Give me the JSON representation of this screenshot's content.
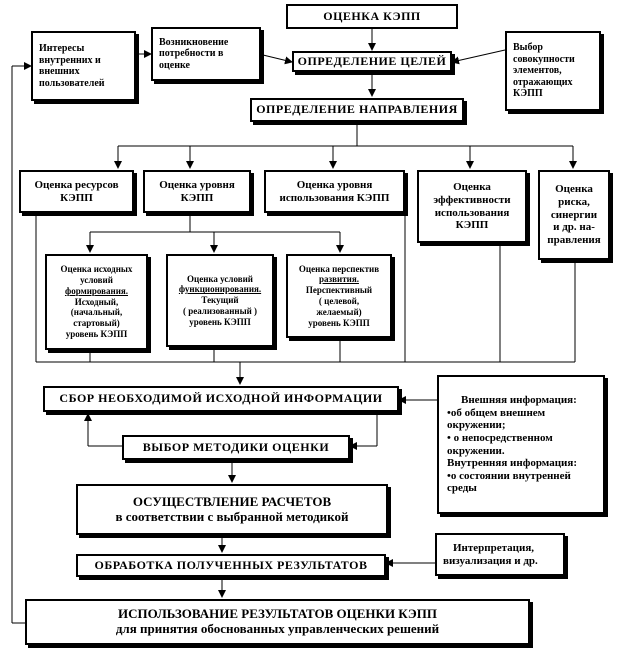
{
  "top": "ОЦЕНКА КЭПП",
  "goals": "ОПРЕДЕЛЕНИЕ ЦЕЛЕЙ",
  "interests": [
    "Интересы",
    "внутренних и",
    "внешних",
    "пользователей"
  ],
  "need": [
    "Возникновение",
    "потребности в",
    "оценке"
  ],
  "selection": [
    "Выбор",
    "совокупности",
    "элементов,",
    "отражающих",
    "КЭПП"
  ],
  "direction": "ОПРЕДЕЛЕНИЕ НАПРАВЛЕНИЯ",
  "eval_resources": [
    "Оценка ресурсов",
    "КЭПП"
  ],
  "eval_level": [
    "Оценка уровня",
    "КЭПП"
  ],
  "eval_usage": [
    "Оценка уровня",
    "использования КЭПП"
  ],
  "eval_efficiency": [
    "Оценка",
    "эффективности",
    "использования",
    "КЭПП"
  ],
  "eval_risk": [
    "Оценка",
    "риска,",
    "синергии",
    "и др. на-",
    "правления"
  ],
  "sub_formation": {
    "title": "Оценка исходных условий",
    "underlined": "формирования.",
    "rest": [
      "Исходный,",
      "(начальный,",
      "стартовый)",
      "уровень КЭПП"
    ]
  },
  "sub_function": {
    "title": "Оценка условий",
    "underlined": "функционирования.",
    "rest": [
      "Текущий",
      "( реализованный )",
      "уровень КЭПП"
    ]
  },
  "sub_perspective": {
    "title": "Оценка перспектив",
    "underlined": "развития.",
    "rest": [
      "Перспективный",
      "( целевой,",
      "желаемый)",
      "уровень КЭПП"
    ]
  },
  "collect": "СБОР НЕОБХОДИМОЙ ИСХОДНОЙ ИНФОРМАЦИИ",
  "info": {
    "external_title": "Внешняя информация:",
    "external_items": [
      "•об общем внешнем",
      "окружении;",
      "• о непосредственном",
      "окружении."
    ],
    "internal_title": "Внутренняя информация:",
    "internal_items": [
      "•о состоянии внутренней",
      "среды"
    ]
  },
  "method": "ВЫБОР МЕТОДИКИ ОЦЕНКИ",
  "calc": [
    "ОСУЩЕСТВЛЕНИЕ РАСЧЕТОВ",
    "в соответствии с выбранной методикой"
  ],
  "process": "ОБРАБОТКА ПОЛУЧЕННЫХ РЕЗУЛЬТАТОВ",
  "interp": [
    "Интерпретация,",
    "визуализация и др."
  ],
  "use": [
    "ИСПОЛЬЗОВАНИЕ РЕЗУЛЬТАТОВ ОЦЕНКИ КЭПП",
    "для принятия обоснованных управленческих решений"
  ]
}
